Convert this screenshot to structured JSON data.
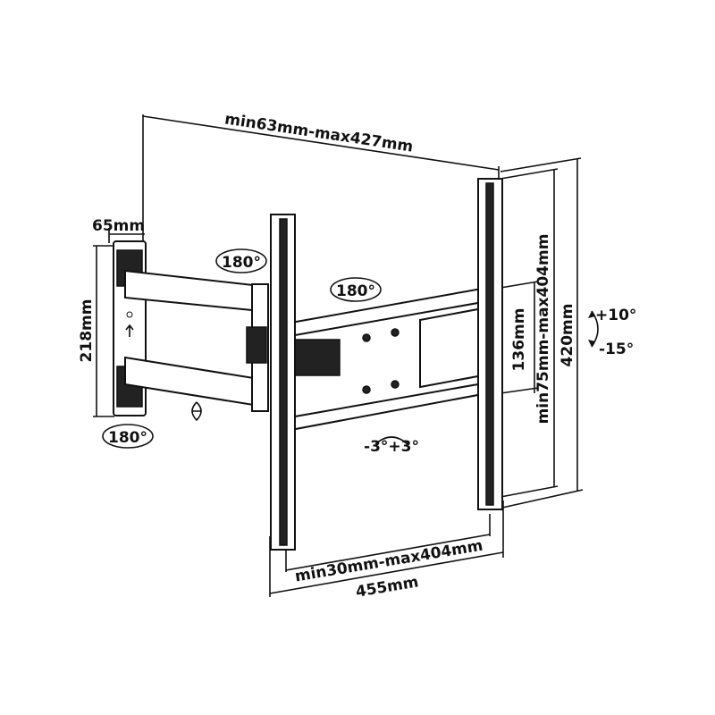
{
  "dimensions": {
    "arm_extension": "min63mm-max427mm",
    "wall_plate_depth": "65mm",
    "wall_plate_height": "218mm",
    "vesa_vertical_inner": "136mm",
    "vesa_vertical_range": "min75mm-max404mm",
    "rail_height": "420mm",
    "vesa_horizontal_range": "min30mm-max404mm",
    "overall_width": "455mm"
  },
  "rotations": {
    "arm_swivel_top": "180°",
    "bracket_swivel": "180°",
    "wall_swivel": "180°",
    "level_adjust": "-3°+3°",
    "tilt_up": "+10°",
    "tilt_down": "-15°"
  },
  "colors": {
    "line": "#111111",
    "background": "#ffffff"
  }
}
